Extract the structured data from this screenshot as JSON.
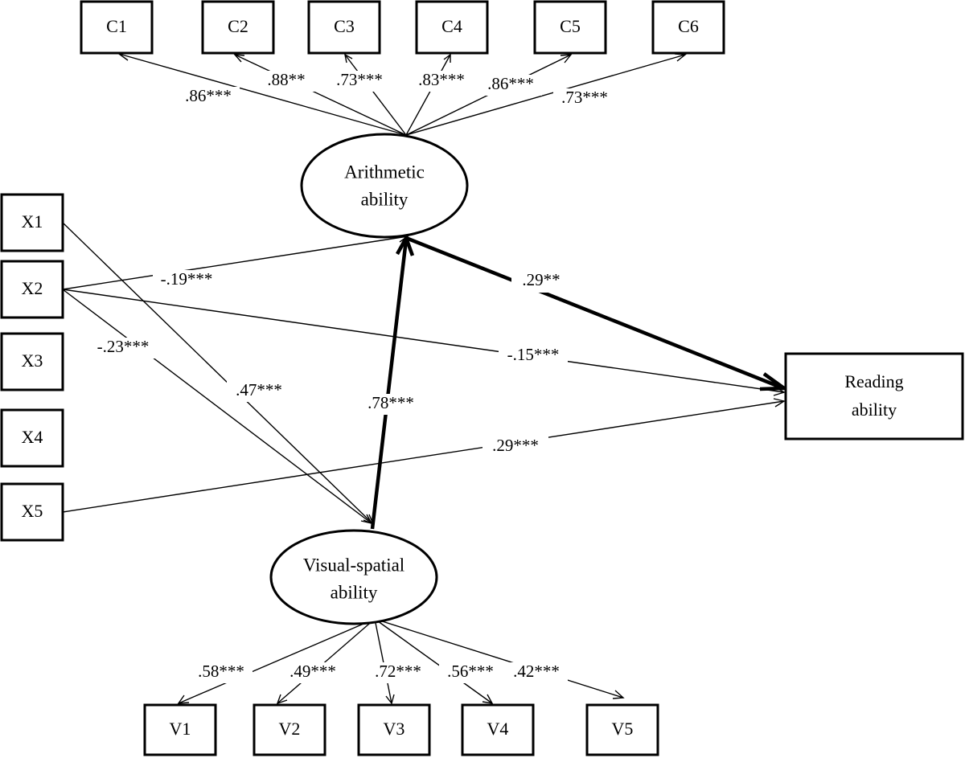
{
  "nodes": {
    "C1": "C1",
    "C2": "C2",
    "C3": "C3",
    "C4": "C4",
    "C5": "C5",
    "C6": "C6",
    "X1": "X1",
    "X2": "X2",
    "X3": "X3",
    "X4": "X4",
    "X5": "X5",
    "V1": "V1",
    "V2": "V2",
    "V3": "V3",
    "V4": "V4",
    "V5": "V5",
    "reading": [
      "Reading",
      "ability"
    ],
    "arithmetic": [
      "Arithmetic",
      "ability"
    ],
    "visual": [
      "Visual-spatial",
      "ability"
    ]
  },
  "coefficients": {
    "arith_c1": ".86***",
    "arith_c2": ".88**",
    "arith_c3": ".73***",
    "arith_c4": ".83***",
    "arith_c5": ".86***",
    "arith_c6": ".73***",
    "x2_arith": "-.19***",
    "x2_visual": "-.23***",
    "x2_reading": "-.15***",
    "x1_visual": ".47***",
    "visual_arith": ".78***",
    "arith_reading": ".29**",
    "x5_reading": ".29***",
    "visual_v1": ".58***",
    "visual_v2": ".49***",
    "visual_v3": ".72***",
    "visual_v4": ".56***",
    "visual_v5": ".42***"
  }
}
